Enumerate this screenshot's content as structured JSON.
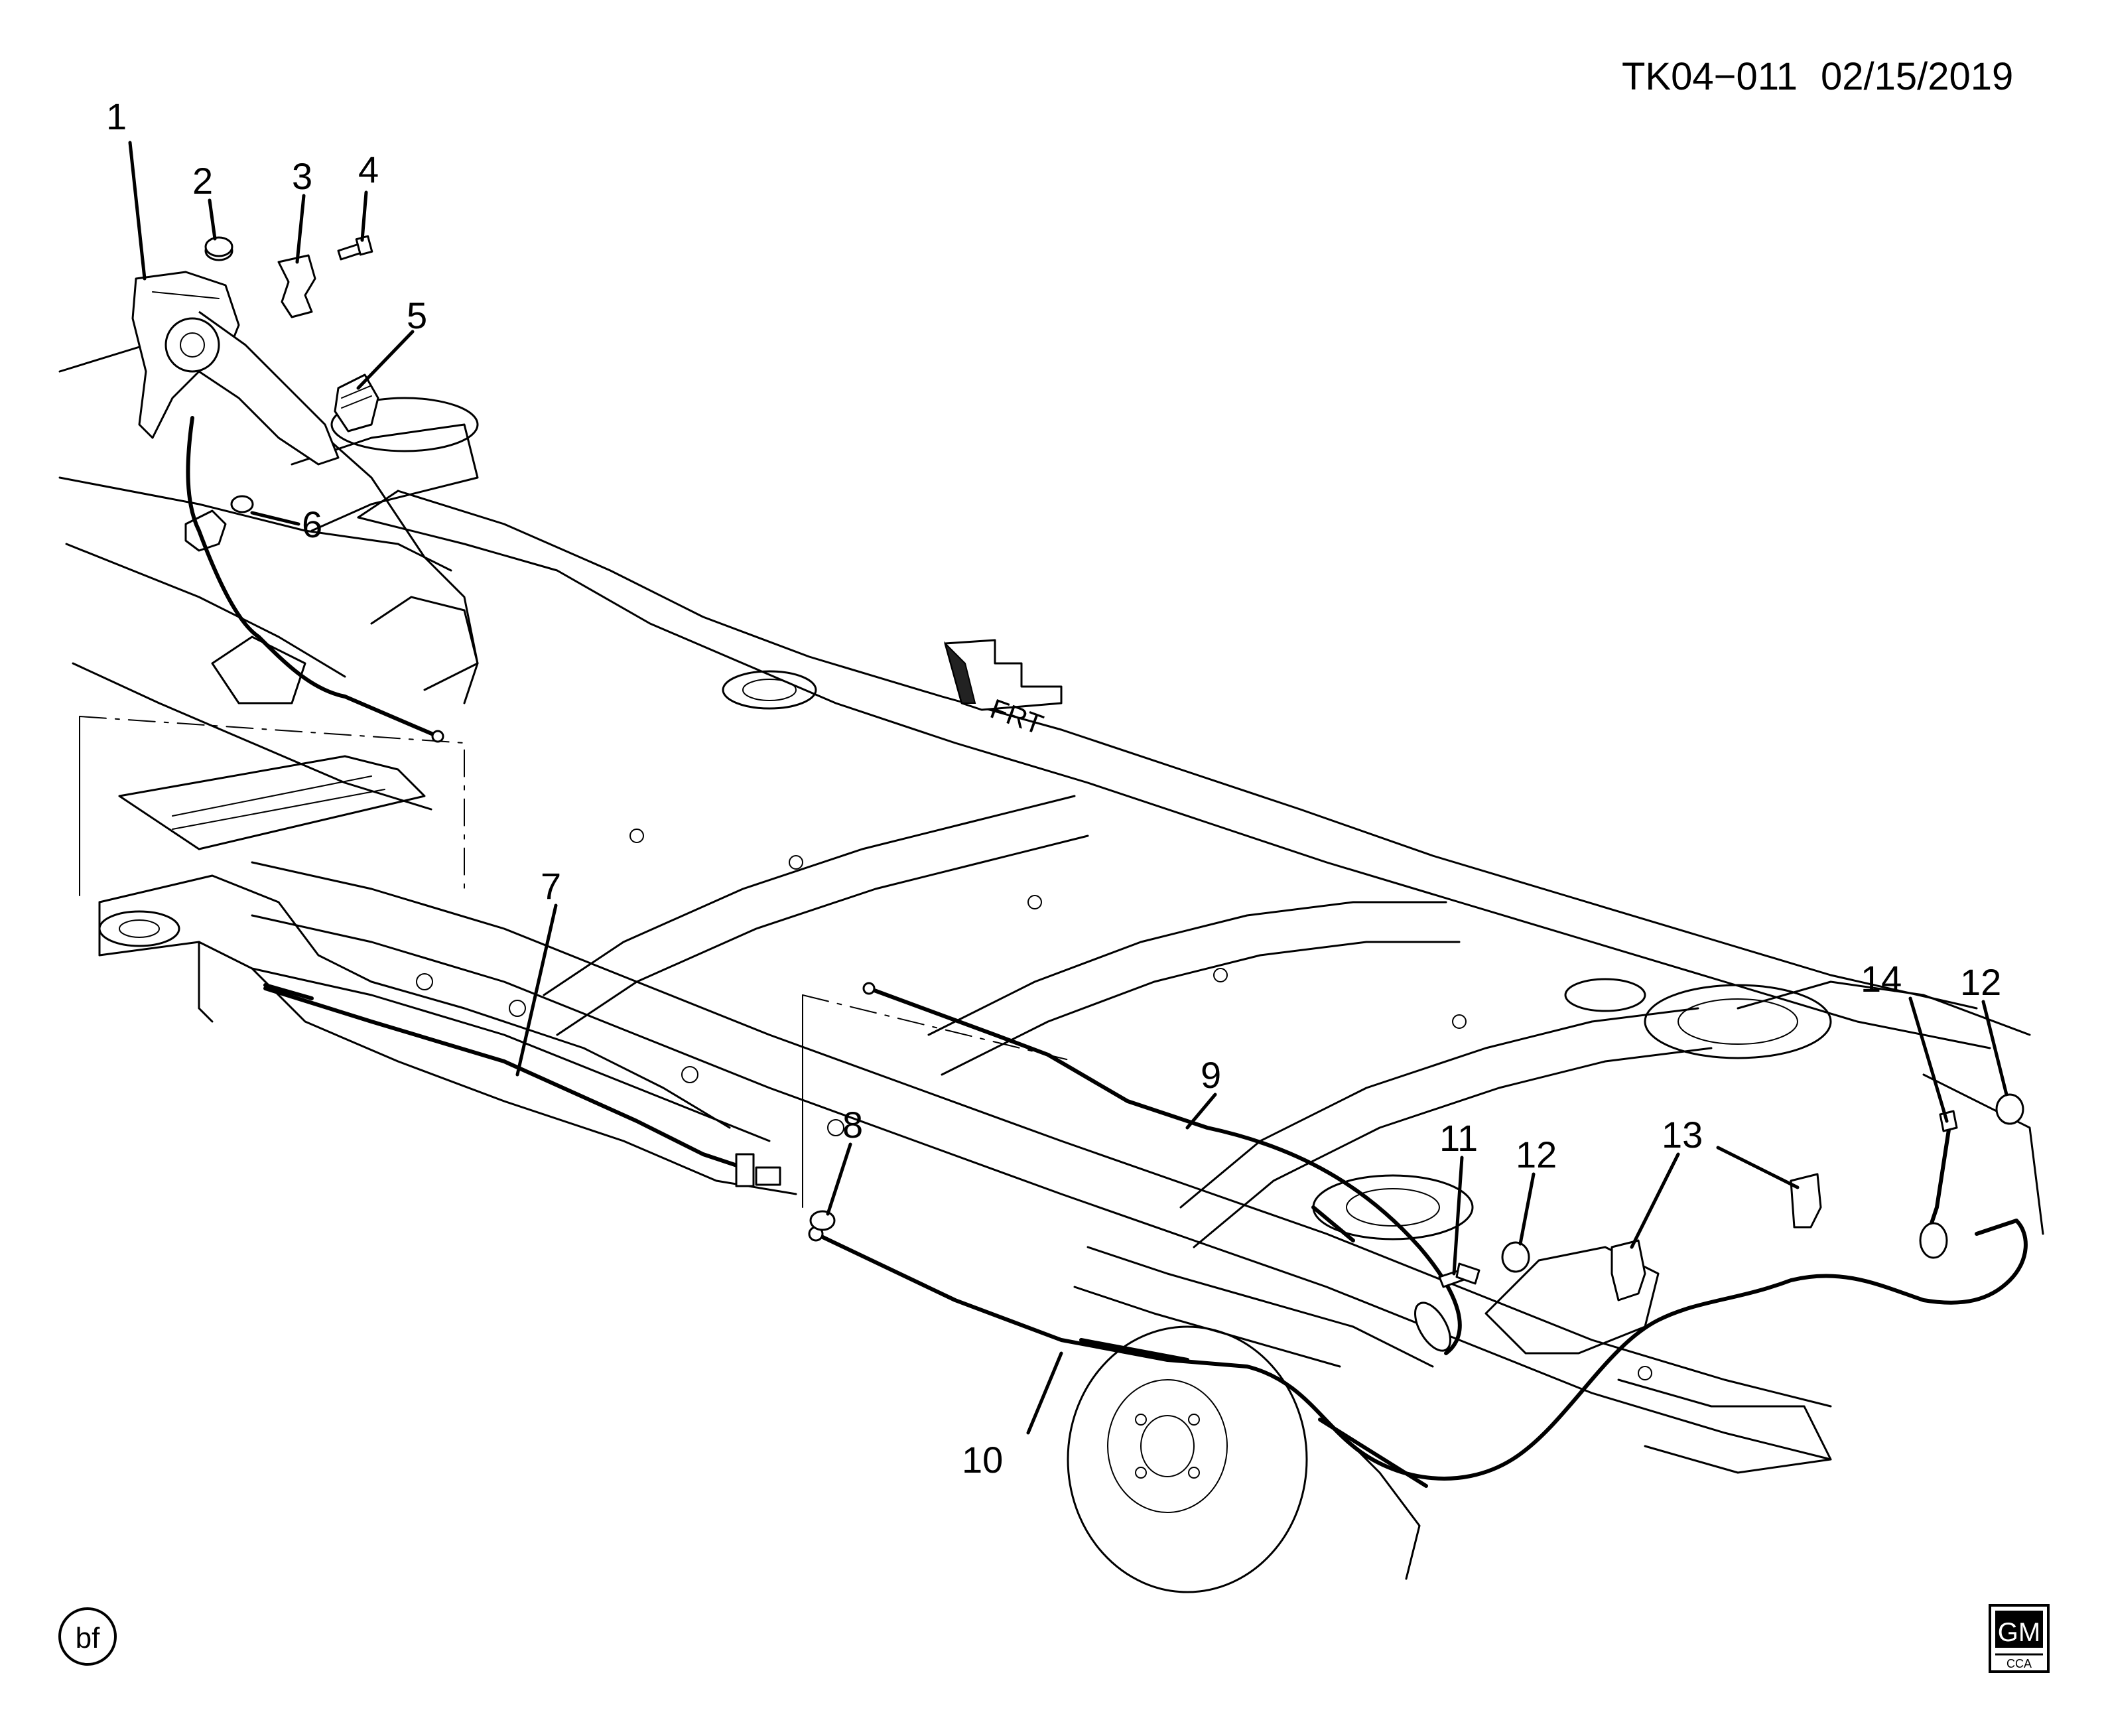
{
  "diagram": {
    "code": "TK04−011",
    "date": "02/15/2019",
    "front_arrow_label": "FRT",
    "callouts": [
      "1",
      "2",
      "3",
      "4",
      "5",
      "6",
      "7",
      "8",
      "9",
      "10",
      "11",
      "12",
      "12",
      "13",
      "14"
    ],
    "bottom_left_mark": "bf",
    "logo": {
      "top": "GM",
      "bottom": "CCA"
    }
  }
}
